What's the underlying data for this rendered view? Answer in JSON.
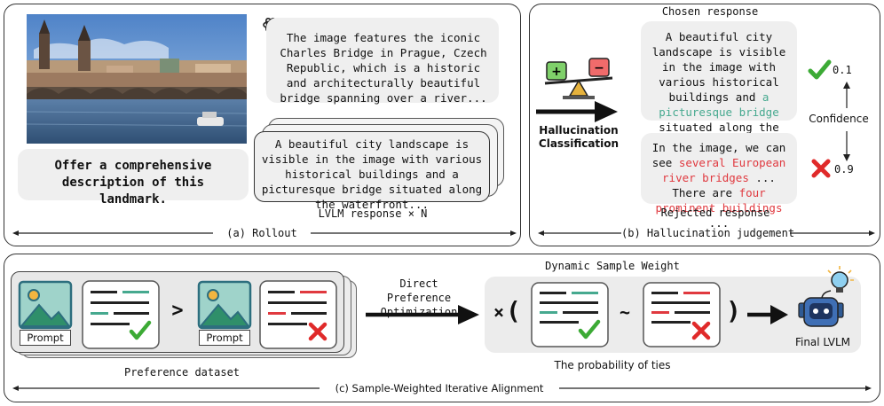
{
  "rollout": {
    "prompt": "Offer a comprehensive description of this landmark.",
    "gpt_response": "The image features the iconic Charles Bridge in Prague, Czech Republic, which is a historic and architecturally beautiful bridge spanning over a river...",
    "lvlm_response": "A beautiful city landscape is visible in the image with various historical buildings and a picturesque bridge situated along the waterfront...",
    "lvlm_label": "LVLM response × N",
    "caption": "(a) Rollout"
  },
  "judgement": {
    "classification_label": "Hallucination Classification",
    "chosen_title": "Chosen response",
    "chosen_pre": "A beautiful city landscape is visible in the image with various historical buildings and ",
    "chosen_highlight": "a picturesque bridge",
    "chosen_post": " situated along the waterfront...",
    "rejected_pre": "In the image, we can see ",
    "rejected_hl1": "several European river bridges",
    "rejected_mid": " ... There are ",
    "rejected_hl2": "four prominent buildings",
    "rejected_post": " ...",
    "rejected_title": "Rejected response",
    "confidence_label": "Confidence",
    "chosen_conf": "0.1",
    "rejected_conf": "0.9",
    "caption": "(b) Hallucination judgement"
  },
  "alignment": {
    "prompt_label_1": "Prompt",
    "prompt_label_2": "Prompt",
    "dataset_label": "Preference dataset",
    "dpo_label": "Direct Preference Optimization",
    "weight_title": "Dynamic Sample Weight",
    "ties_label": "The probability of ties",
    "final_label": "Final LVLM",
    "caption": "(c) Sample-Weighted Iterative Alignment"
  },
  "colors": {
    "green": "#46a98f",
    "red": "#e0393f",
    "check": "#3caa35",
    "cross": "#e02a2a",
    "robot": "#3f6fb5"
  }
}
